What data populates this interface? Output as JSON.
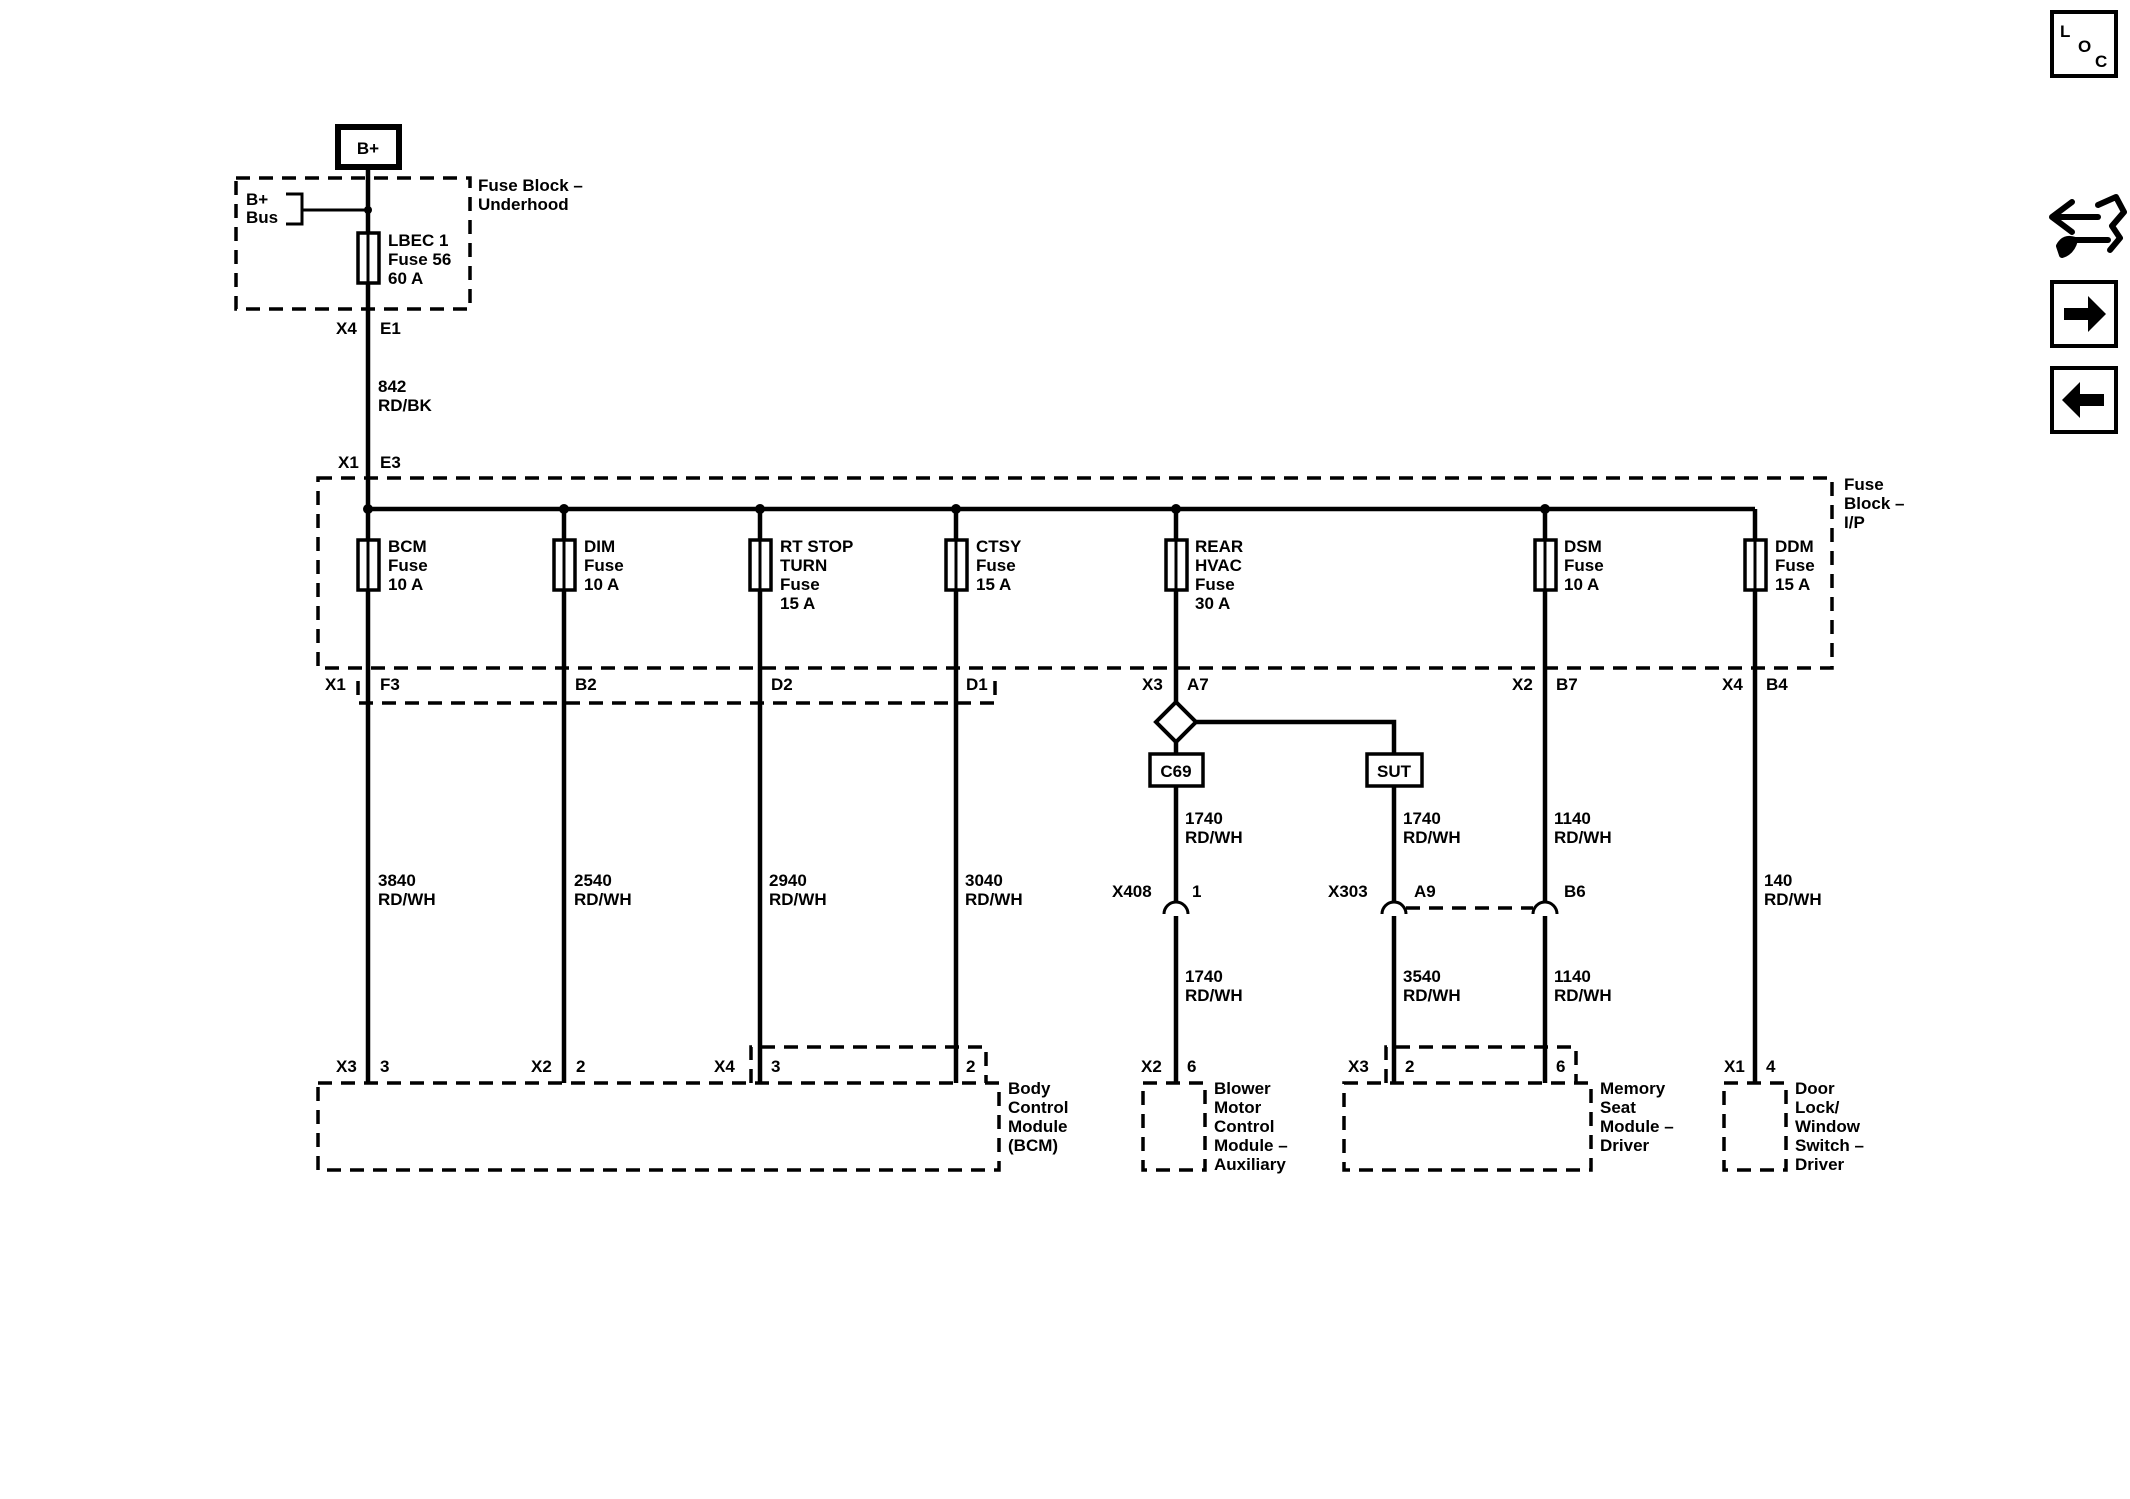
{
  "source_label": "B+",
  "bus_label": [
    "B+",
    "Bus"
  ],
  "underhood_block": {
    "name": [
      "Fuse Block –",
      "Underhood"
    ]
  },
  "main_fuse": [
    "LBEC 1",
    "Fuse 56",
    "60 A"
  ],
  "main_fuse_out": {
    "connector": "X4",
    "pin": "E1"
  },
  "feed_wire": [
    "842",
    "RD/BK"
  ],
  "ip_in": {
    "connector": "X1",
    "pin": "E3"
  },
  "ip_block": {
    "name": [
      "Fuse",
      "Block –",
      "I/P"
    ]
  },
  "fuses": [
    {
      "label": [
        "BCM",
        "Fuse",
        "10 A"
      ]
    },
    {
      "label": [
        "DIM",
        "Fuse",
        "10 A"
      ]
    },
    {
      "label": [
        "RT STOP",
        "TURN",
        "Fuse",
        "15 A"
      ]
    },
    {
      "label": [
        "CTSY",
        "Fuse",
        "15 A"
      ]
    },
    {
      "label": [
        "REAR",
        "HVAC",
        "Fuse",
        "30 A"
      ]
    },
    {
      "label": [
        "DSM",
        "Fuse",
        "10 A"
      ]
    },
    {
      "label": [
        "DDM",
        "Fuse",
        "15 A"
      ]
    }
  ],
  "ip_out": {
    "x1": "X1",
    "f3": "F3",
    "b2": "B2",
    "d2": "D2",
    "d1": "D1",
    "x3": "X3",
    "a7": "A7",
    "x2": "X2",
    "b7": "B7",
    "x4": "X4",
    "b4": "B4"
  },
  "splices": {
    "left": "C69",
    "right": "SUT"
  },
  "wires": {
    "w3840": [
      "3840",
      "RD/WH"
    ],
    "w2540": [
      "2540",
      "RD/WH"
    ],
    "w2940": [
      "2940",
      "RD/WH"
    ],
    "w3040": [
      "3040",
      "RD/WH"
    ],
    "w1740_top_left": [
      "1740",
      "RD/WH"
    ],
    "w1740_top_right": [
      "1740",
      "RD/WH"
    ],
    "w1140_top": [
      "1140",
      "RD/WH"
    ],
    "w140": [
      "140",
      "RD/WH"
    ],
    "w1740_bottom": [
      "1740",
      "RD/WH"
    ],
    "w3540": [
      "3540",
      "RD/WH"
    ],
    "w1140_bottom": [
      "1140",
      "RD/WH"
    ]
  },
  "inline_connectors": {
    "x408": "X408",
    "x408_pin": "1",
    "x303": "X303",
    "x303_a9": "A9",
    "x303_b6": "B6"
  },
  "module_pins": {
    "bcm_x3": "X3",
    "bcm_x3_pin": "3",
    "bcm_x2": "X2",
    "bcm_x2_pin": "2",
    "bcm_x4": "X4",
    "bcm_x4_pin3": "3",
    "bcm_x4_pin2": "2",
    "blower_x2": "X2",
    "blower_pin": "6",
    "seat_x3": "X3",
    "seat_pin2": "2",
    "seat_pin6": "6",
    "door_x1": "X1",
    "door_pin": "4"
  },
  "modules": {
    "bcm": [
      "Body",
      "Control",
      "Module",
      "(BCM)"
    ],
    "blower": [
      "Blower",
      "Motor",
      "Control",
      "Module –",
      "Auxiliary"
    ],
    "seat": [
      "Memory",
      "Seat",
      "Module –",
      "Driver"
    ],
    "door": [
      "Door",
      "Lock/",
      "Window",
      "Switch –",
      "Driver"
    ]
  },
  "toolbar": {
    "loc_letters": [
      "L",
      "O",
      "C"
    ],
    "icons": [
      "loc-icon",
      "connector-tool-icon",
      "next-arrow-icon",
      "back-arrow-icon"
    ]
  }
}
